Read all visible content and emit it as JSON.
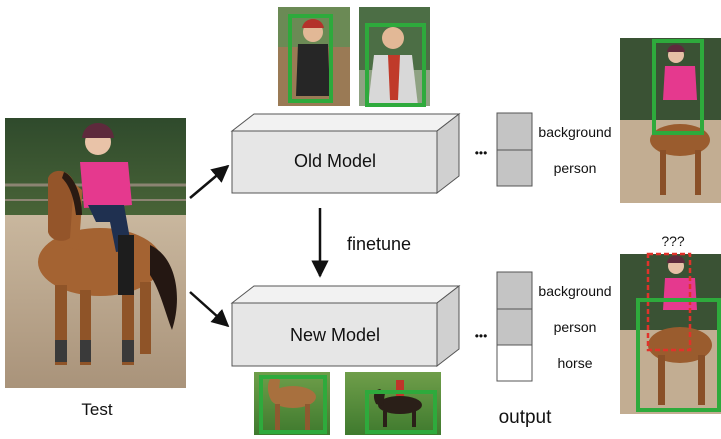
{
  "labels": {
    "test": "Test",
    "old_model": "Old Model",
    "new_model": "New Model",
    "finetune": "finetune",
    "output": "output",
    "uncertain": "???",
    "ellipsis": "•••"
  },
  "old_outputs": [
    "background",
    "person"
  ],
  "new_outputs": [
    "background",
    "person",
    "horse"
  ],
  "colors": {
    "box_green": "#2eaa3c",
    "box_red_dashed": "#e0322a",
    "cell_gray": "#c4c4c4",
    "cell_white": "#ffffff",
    "model_face": "#e6e6e6"
  }
}
